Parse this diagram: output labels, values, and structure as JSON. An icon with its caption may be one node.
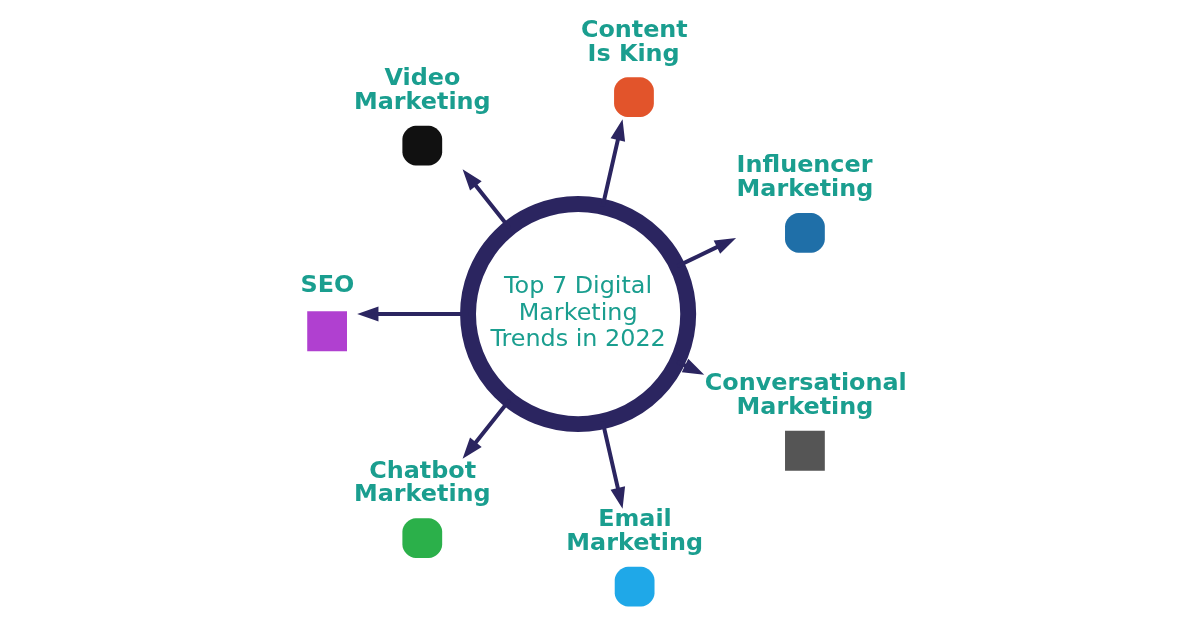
{
  "diagram": {
    "nodes": [
      {
        "text": [
          "Top 7 Digital Marketing Trends in 2022"
        ]
      },
      {
        "text": [],
        "shape": "circle",
        "beside": [
          "Influencer Marketing"
        ]
      },
      {
        "text": [],
        "shape": "circle",
        "beside": [
          "Content Is King"
        ]
      },
      {
        "text": [],
        "shape": "circle",
        "beside": [
          "Video Marketing"
        ]
      },
      {
        "text": [],
        "shape": "box",
        "beside": [
          "SEO"
        ]
      },
      {
        "text": [],
        "shape": "circle",
        "beside": [
          "Chatbot Marketing"
        ]
      },
      {
        "text": [],
        "shape": "circle",
        "beside": [
          "Email Marketing"
        ]
      },
      {
        "text": [],
        "shape": "box",
        "beside": [
          "Conversational Marketing"
        ]
      }
    ],
    "edges": [
      {
        "from": 0,
        "to": 1,
        "arrow": "to"
      },
      {
        "from": 0,
        "to": 2,
        "arrow": "to"
      },
      {
        "from": 0,
        "to": 3,
        "arrow": "to"
      },
      {
        "from": 0,
        "to": 4,
        "arrow": "to"
      },
      {
        "from": 0,
        "to": 5,
        "arrow": "to"
      },
      {
        "from": 0,
        "to": 6,
        "arrow": "to"
      },
      {
        "from": 0,
        "to": 7,
        "arrow": "to"
      }
    ]
  }
}
